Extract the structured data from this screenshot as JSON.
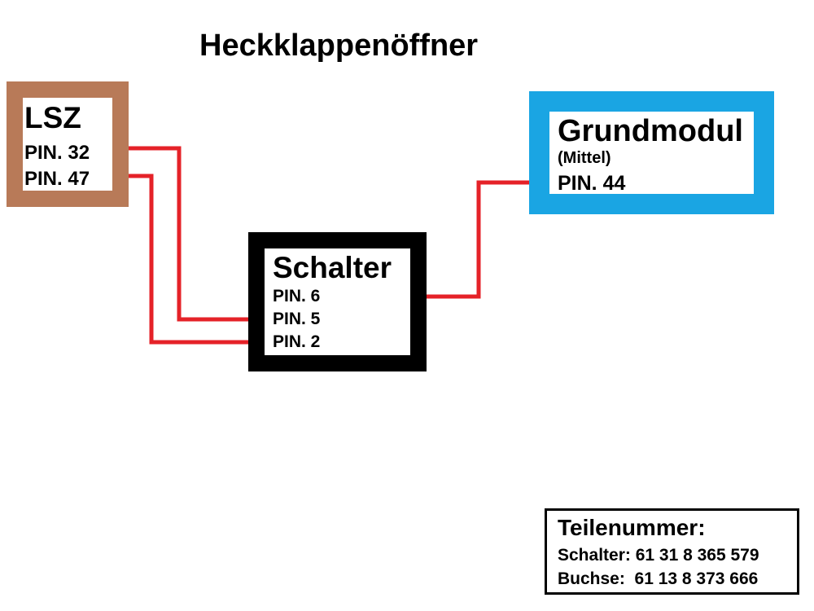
{
  "title": "Heckklappenöffner",
  "lsz": {
    "name": "LSZ",
    "pins": [
      "PIN. 32",
      "PIN. 47"
    ]
  },
  "grundmodul": {
    "name": "Grundmodul",
    "subtitle": "(Mittel)",
    "pins": [
      "PIN. 44"
    ]
  },
  "schalter": {
    "name": "Schalter",
    "pins": [
      "PIN. 6",
      "PIN. 5",
      "PIN. 2"
    ]
  },
  "parts": {
    "heading": "Teilenummer:",
    "lines": [
      "Schalter: 61 31 8 365 579",
      "Buchse:  61 13 8 373 666"
    ]
  },
  "colors": {
    "wire": "#e52228",
    "lsz_border": "#b87a58",
    "grundmodul_border": "#1aa5e3",
    "schalter_border": "#000000"
  },
  "connections": [
    {
      "from": "LSZ PIN. 32",
      "to": "Schalter PIN. 5"
    },
    {
      "from": "LSZ PIN. 47",
      "to": "Schalter PIN. 2"
    },
    {
      "from": "Schalter PIN. 6",
      "to": "Grundmodul PIN. 44"
    }
  ]
}
